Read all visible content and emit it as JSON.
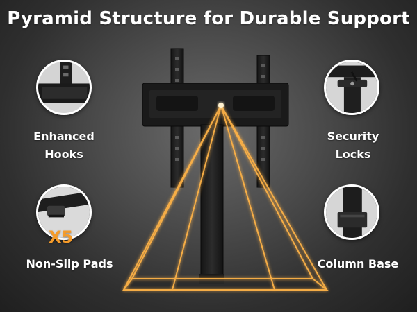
{
  "headline": "Pyramid Structure for Durable Support",
  "features": {
    "hooks": {
      "line1": "Enhanced",
      "line2": "Hooks",
      "icon": "hook-icon"
    },
    "locks": {
      "line1": "Security",
      "line2": "Locks",
      "icon": "lock-icon"
    },
    "pads": {
      "label": "Non-Slip Pads",
      "count": "X5",
      "icon": "pad-icon"
    },
    "base": {
      "label": "Column Base",
      "icon": "column-icon"
    }
  },
  "colors": {
    "accent_orange": "#f59b2a",
    "glow": "#ffb347",
    "background": "#4d4d4d",
    "text": "#ffffff"
  }
}
